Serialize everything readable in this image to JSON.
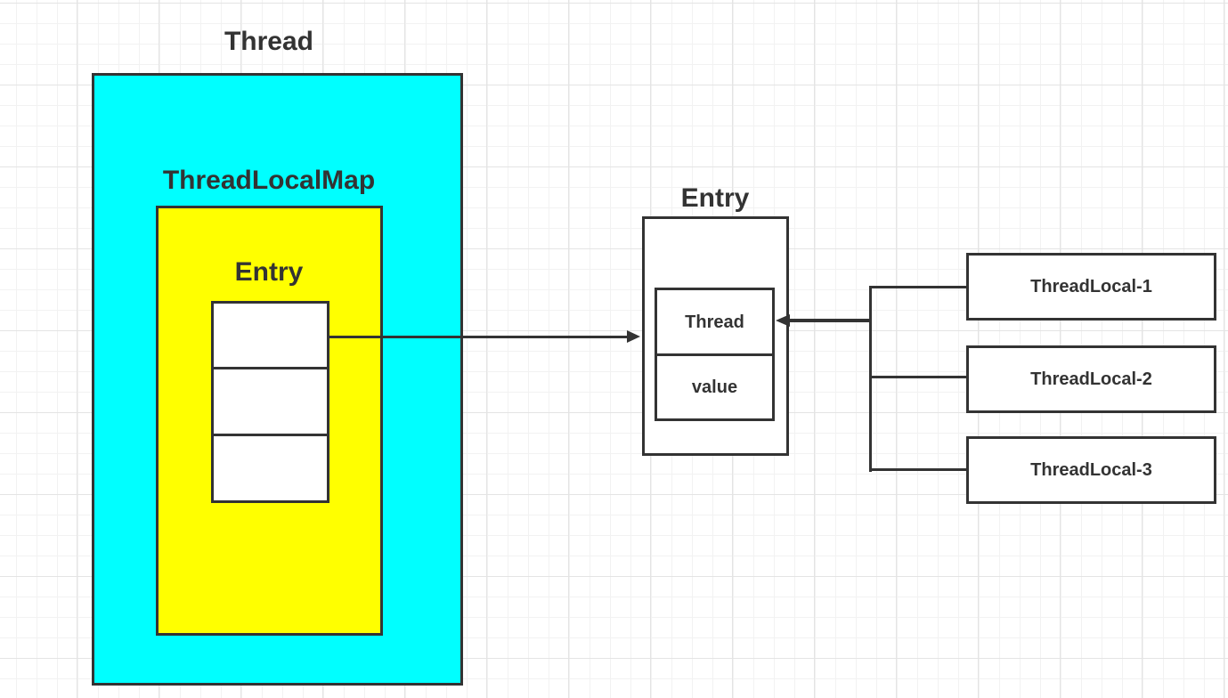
{
  "labels": {
    "thread_container": "Thread",
    "threadlocalmap": "ThreadLocalMap",
    "entry_group": "Entry",
    "entry_detail": "Entry"
  },
  "entry_detail_cells": [
    "Thread",
    "value"
  ],
  "threadlocal_boxes": [
    "ThreadLocal-1",
    "ThreadLocal-2",
    "ThreadLocal-3"
  ],
  "colors": {
    "cyan": "#00ffff",
    "yellow": "#ffff00",
    "line": "#333333",
    "text": "#333333",
    "shape_fill": "#ffffff",
    "grid_minor": "#f2f2f2",
    "grid_major": "#e4e4e4"
  }
}
